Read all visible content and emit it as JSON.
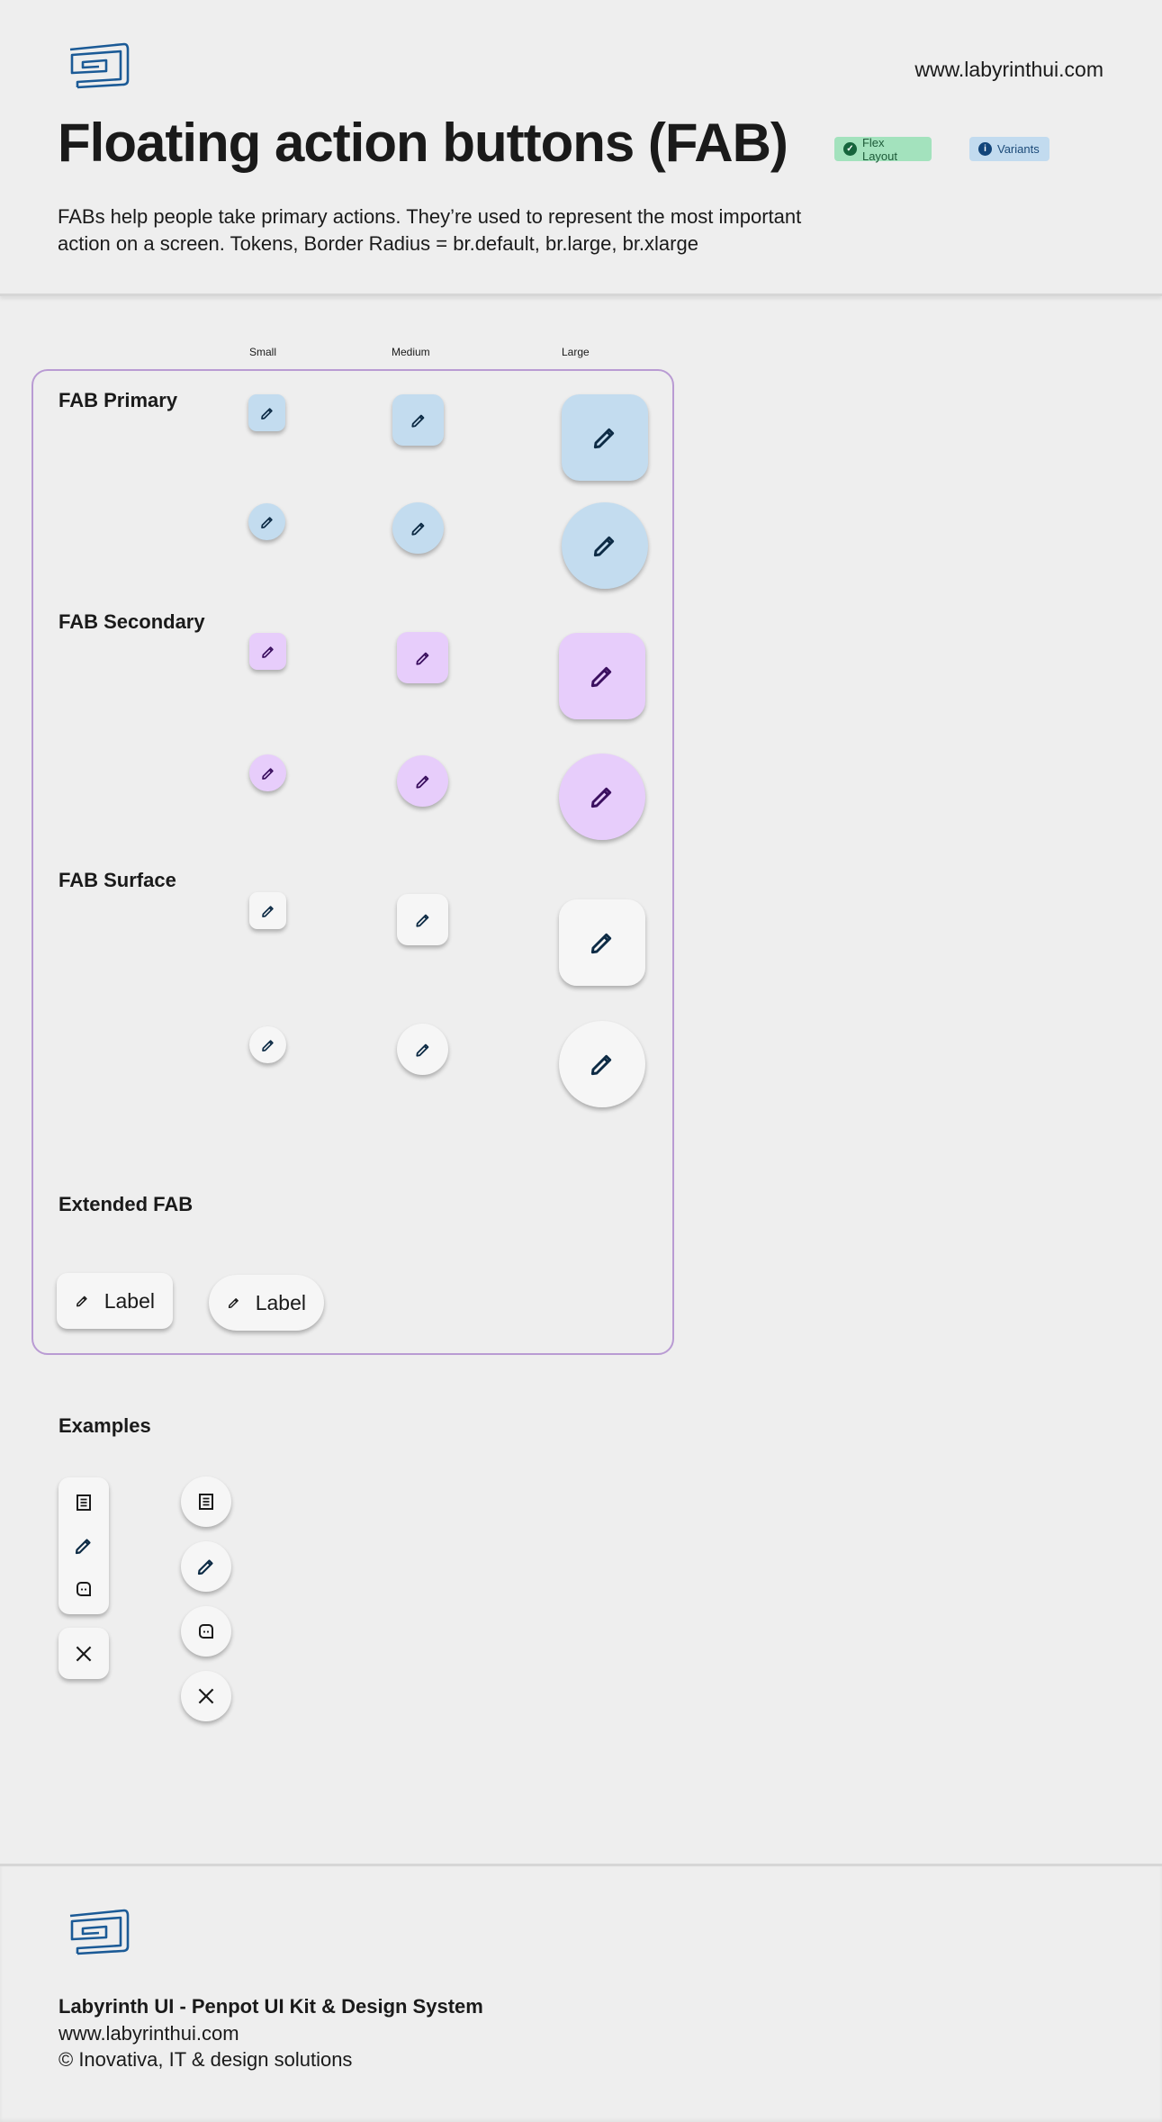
{
  "header": {
    "url": "www.labyrinthui.com",
    "title": "Floating action buttons (FAB)",
    "badges": [
      {
        "label": "Flex Layout",
        "icon": "check-circle-icon",
        "color": "#a3e2bd"
      },
      {
        "label": "Variants",
        "icon": "info-circle-icon",
        "color": "#c2dbef"
      }
    ],
    "description_line1": "FABs help people take primary actions. They’re used to represent the most important",
    "description_line2": "action on a screen. Tokens, Border Radius = br.default, br.large, br.xlarge"
  },
  "columns": {
    "small": "Small",
    "medium": "Medium",
    "large": "Large"
  },
  "sections": {
    "primary": "FAB Primary",
    "secondary": "FAB Secondary",
    "surface": "FAB Surface",
    "extended": "Extended FAB",
    "examples": "Examples"
  },
  "extended": {
    "label1": "Label",
    "label2": "Label"
  },
  "colors": {
    "primary": "#c3dcef",
    "secondary": "#e7cdfb",
    "surface": "#f6f6f6",
    "panel_border": "#b99bd3"
  },
  "footer": {
    "line1": "Labyrinth UI  - Penpot UI Kit & Design System",
    "line2": "www.labyrinthui.com",
    "line3": "© Inovativa, IT & design solutions"
  }
}
